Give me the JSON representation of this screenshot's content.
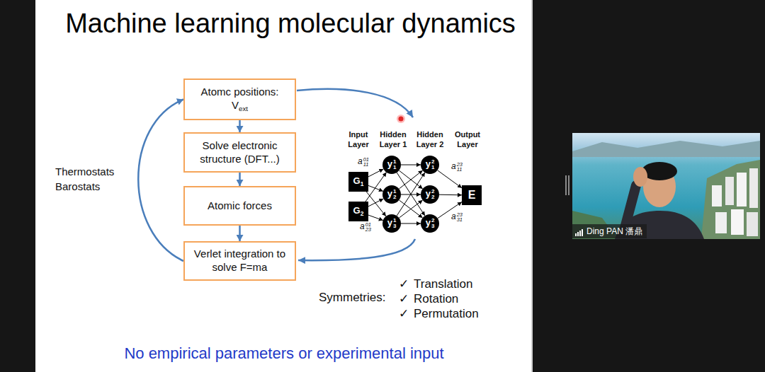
{
  "diagram": {
    "title": "Machine learning molecular dynamics",
    "caption": "No empirical parameters or experimental input",
    "nodes": [
      {
        "text": [
          "Atomc positions:",
          "V",
          "ext"
        ]
      },
      {
        "text": [
          "Solve electronic structure (DFT...)"
        ]
      },
      {
        "text": [
          "Atomic forces"
        ]
      },
      {
        "text": [
          "Verlet integration to solve F=ma"
        ]
      },
      {
        "text": [
          "G",
          "1"
        ]
      },
      {
        "text": [
          "G",
          "2"
        ]
      },
      {
        "text": [
          "y",
          "1",
          "1"
        ]
      },
      {
        "text": [
          "y",
          "1",
          "2"
        ]
      },
      {
        "text": [
          "y",
          "1",
          "3"
        ]
      },
      {
        "text": [
          "y",
          "2",
          "1"
        ]
      },
      {
        "text": [
          "y",
          "2",
          "2"
        ]
      },
      {
        "text": [
          "y",
          "2",
          "3"
        ]
      },
      {
        "text": [
          "E"
        ]
      },
      {
        "text": [
          "Ding PAN 潘鼎"
        ]
      }
    ],
    "edges": [
      {
        "from": 0,
        "to": 1,
        "arrow": "to"
      },
      {
        "from": 1,
        "to": 2,
        "arrow": "to"
      },
      {
        "from": 2,
        "to": 3,
        "arrow": "to"
      },
      {
        "from": 3,
        "to": 0,
        "arrow": "to",
        "label": "Thermostats Barostats"
      },
      {
        "from": 4,
        "to": 6,
        "arrow": "to"
      },
      {
        "from": 4,
        "to": 7,
        "arrow": "to"
      },
      {
        "from": 4,
        "to": 8,
        "arrow": "to"
      },
      {
        "from": 5,
        "to": 6,
        "arrow": "to"
      },
      {
        "from": 5,
        "to": 7,
        "arrow": "to"
      },
      {
        "from": 5,
        "to": 8,
        "arrow": "to"
      },
      {
        "from": 6,
        "to": 9,
        "arrow": "to"
      },
      {
        "from": 6,
        "to": 10,
        "arrow": "to"
      },
      {
        "from": 6,
        "to": 11,
        "arrow": "to"
      },
      {
        "from": 7,
        "to": 9,
        "arrow": "to"
      },
      {
        "from": 7,
        "to": 10,
        "arrow": "to"
      },
      {
        "from": 7,
        "to": 11,
        "arrow": "to"
      },
      {
        "from": 8,
        "to": 9,
        "arrow": "to"
      },
      {
        "from": 8,
        "to": 10,
        "arrow": "to"
      },
      {
        "from": 8,
        "to": 11,
        "arrow": "to"
      },
      {
        "from": 9,
        "to": 12,
        "arrow": "to"
      },
      {
        "from": 10,
        "to": 12,
        "arrow": "to"
      },
      {
        "from": 11,
        "to": 12,
        "arrow": "to"
      }
    ],
    "labels": [
      "Input Layer",
      "Hidden Layer 1",
      "Hidden Layer 2",
      "Output Layer",
      "a",
      "01",
      "11",
      "a",
      "01",
      "23",
      "a",
      "23",
      "11",
      "a",
      "23",
      "31",
      "Symmetries:",
      "✓",
      "Translation",
      "✓",
      "Rotation",
      "✓",
      "Permutation"
    ]
  }
}
